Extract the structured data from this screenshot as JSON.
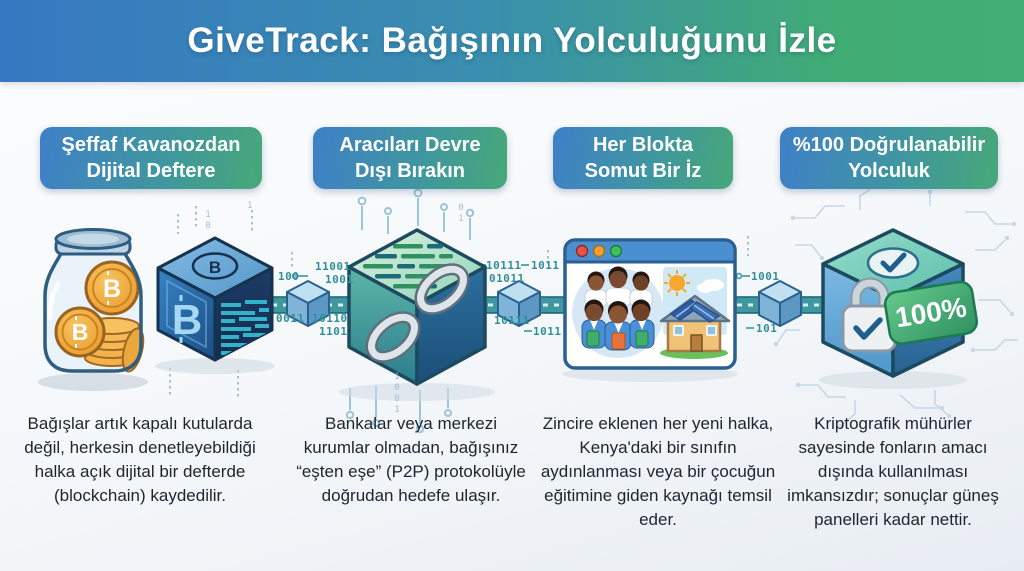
{
  "banner": {
    "title": "GiveTrack: Bağışının Yolculuğunu İzle"
  },
  "columns": [
    {
      "header": {
        "line1": "Şeffaf Kavanozdan",
        "line2": "Dijital Deftere"
      },
      "body": "Bağışlar artık kapalı kutularda değil, herkesin denetleyebildiği halka açık dijital bir defterde (blockchain) kaydedilir.",
      "illustration": "donation-jar-with-bitcoin-coins-and-bitcoin-block"
    },
    {
      "header": {
        "line1": "Aracıları Devre",
        "line2": "Dışı Bırakın"
      },
      "body": "Bankalar veya merkezi kurumlar olmadan, bağışınız “eşten eşe” (P2P) protokolüyle doğrudan hedefe ulaşır.",
      "illustration": "blockchain-cube-with-chain-links"
    },
    {
      "header": {
        "line1": "Her Blokta",
        "line2": "Somut Bir İz"
      },
      "body": "Zincire eklenen her yeni halka, Kenya'daki bir sınıfın aydınlanması veya bir çocuğun eğitimine giden kaynağı temsil eder.",
      "illustration": "browser-window-with-students-and-solar-house"
    },
    {
      "header": {
        "line1": "%100 Doğrulanabilir",
        "line2": "Yolculuk"
      },
      "body": "Kriptografik mühürler sayesinde fonların amacı dışında kullanılması imkansızdır; sonuçlar güneş panelleri kadar nettir.",
      "illustration": "sealed-cube-with-padlock-and-checkmark",
      "badge_label": "100%"
    }
  ],
  "symbols": {
    "bitcoin": "B"
  },
  "decorations": {
    "binary": [
      "11001",
      "1001",
      "100",
      "0011",
      "10110",
      "1101",
      "10111",
      "01011",
      "10111",
      "1011",
      "1011",
      "1001",
      "101"
    ],
    "faint": [
      "1001",
      "10",
      "1",
      "01"
    ]
  },
  "colors": {
    "banner_blue": "#3778c2",
    "banner_green": "#41ac74",
    "badge_gradient_start": "#3f80c8",
    "badge_gradient_end": "#47a878",
    "band_teal": "#3f98a0",
    "binary_label": "#2f8f98",
    "body_text": "#1d2530",
    "bitcoin_orange": "#f2a93b"
  }
}
